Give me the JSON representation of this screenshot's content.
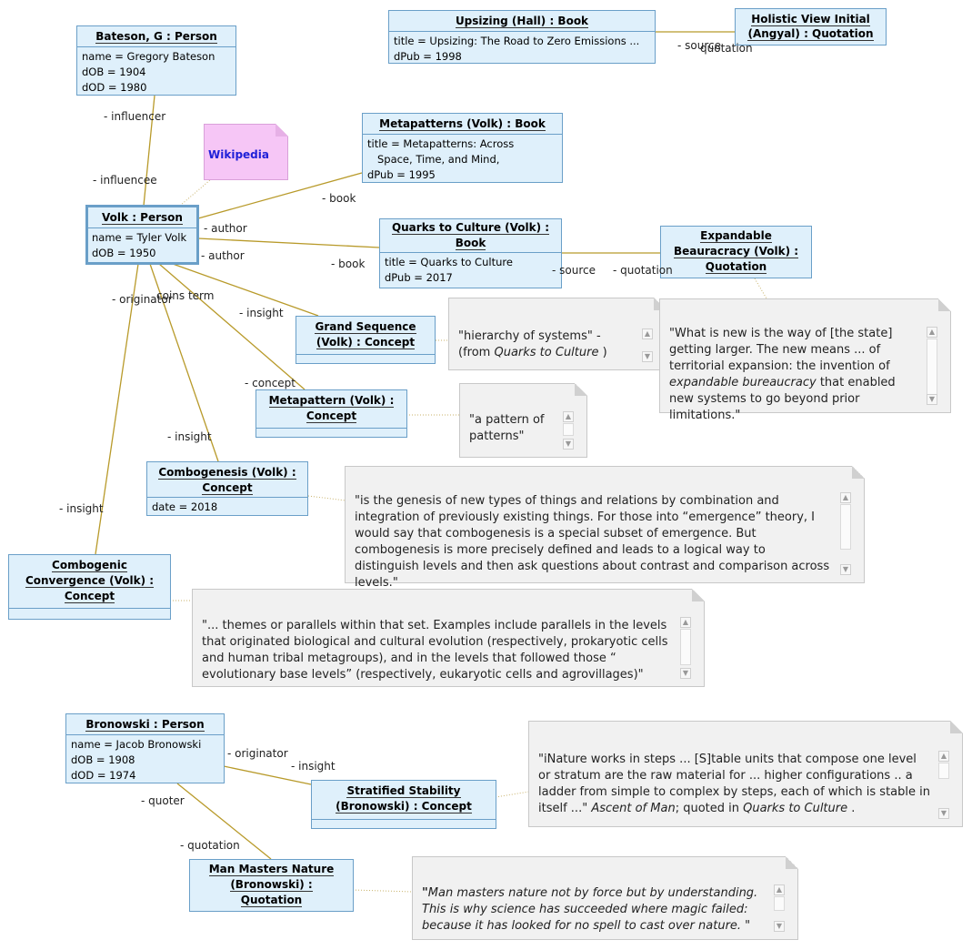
{
  "objects": {
    "bateson": {
      "title": "Bateson, G : Person",
      "attrs": [
        "name = Gregory Bateson",
        "dOB = 1904",
        "dOD = 1980"
      ]
    },
    "upsizing": {
      "title": "Upsizing (Hall) : Book",
      "attrs": [
        "title = Upsizing: The Road to Zero Emissions ...",
        "dPub = 1998"
      ]
    },
    "holistic": {
      "title": "Holistic View Initial (Angyal) : Quotation",
      "attrs": []
    },
    "metapatterns_book": {
      "title": "Metapatterns (Volk) : Book",
      "attrs": [
        "title = Metapatterns: Across",
        "   Space, Time, and Mind,",
        "dPub = 1995"
      ]
    },
    "volk": {
      "title": "Volk : Person",
      "attrs": [
        "name = Tyler Volk",
        "dOB = 1950"
      ]
    },
    "quarks": {
      "title": "Quarks to Culture (Volk) : Book",
      "attrs": [
        "title = Quarks to Culture",
        "dPub = 2017"
      ]
    },
    "expandable": {
      "title": "Expandable Beauracracy (Volk) : Quotation",
      "attrs": []
    },
    "grand": {
      "title": "Grand Sequence (Volk) : Concept",
      "attrs": []
    },
    "metapattern": {
      "title": "Metapattern (Volk) : Concept",
      "attrs": []
    },
    "combogenesis": {
      "title": "Combogenesis (Volk) : Concept",
      "attrs": [
        "date = 2018"
      ]
    },
    "convergence": {
      "title": "Combogenic Convergence (Volk) : Concept",
      "attrs": []
    },
    "bronowski": {
      "title": "Bronowski : Person",
      "attrs": [
        "name = Jacob Bronowski",
        "dOB = 1908",
        "dOD = 1974"
      ]
    },
    "stratified": {
      "title": "Stratified Stability (Bronowski) : Concept",
      "attrs": []
    },
    "mastersnature": {
      "title": "Man Masters Nature (Bronowski) : Quotation",
      "attrs": []
    }
  },
  "wikipedia_label": "Wikipedia",
  "notes": {
    "grand": [
      "\"hierarchy of systems\" - (from ",
      "Quarks to Culture",
      " )"
    ],
    "expandable": [
      "\"What is new is the way of [the state] getting larger. The new means ... of territorial expansion: the invention of ",
      "expandable bureaucracy",
      "  that enabled new systems to go beyond prior limitations.\""
    ],
    "metapattern": [
      "\"a pattern of patterns\""
    ],
    "combogenesis": [
      "\"is the genesis of new types of things and relations by combination and integration of previously existing things. For those into “emergence” theory, I would say that combogenesis is a special subset of emergence. But combogenesis is more precisely defined and leads to a logical way to distinguish levels and then ask questions about contrast and comparison across levels.\""
    ],
    "convergence": [
      "\"... themes or parallels within that set. Examples include parallels in the levels that originated biological and cultural evolution (respectively, prokaryotic cells and human tribal metagroups), and in the levels that followed those “ evolutionary base levels” (respectively, eukaryotic cells and agrovillages)\""
    ],
    "stratified": [
      "\"iNature works in steps ... [S]table units that compose one level or stratum are the raw material for ... higher configurations .. a ladder from simple to complex by steps, each of which is stable in itself ...\" ",
      "Ascent of Man",
      "; quoted in  ",
      "Quarks to Culture",
      " ."
    ],
    "mastersnature": [
      "\"",
      "Man masters nature not by force but by understanding. This is why science has succeeded where magic failed: because it has looked for no spell to cast over nature. ",
      "\""
    ]
  },
  "role_labels": {
    "influencer": "- influencer",
    "influencee": "- influencee",
    "source": "- source",
    "quotation_top": "quotation",
    "book1": "- book",
    "author1": "- author",
    "author2": "- author",
    "book2": "- book",
    "source2": "- source",
    "quotation2": "- quotation",
    "originator": "- originator",
    "coins_term": "coins term",
    "insight1": "- insight",
    "concept": "- concept",
    "insight2": "- insight",
    "insight3": "- insight",
    "originator2": "- originator",
    "insight4": "- insight",
    "quoter": "- quoter",
    "quotation3": "- quotation"
  },
  "colors": {
    "link": "#b89a2a",
    "object_fill": "#dff0fb",
    "object_border": "#6a9fc8",
    "note_fill": "#f1f1f1",
    "wiki_fill": "#f6c6f6"
  }
}
